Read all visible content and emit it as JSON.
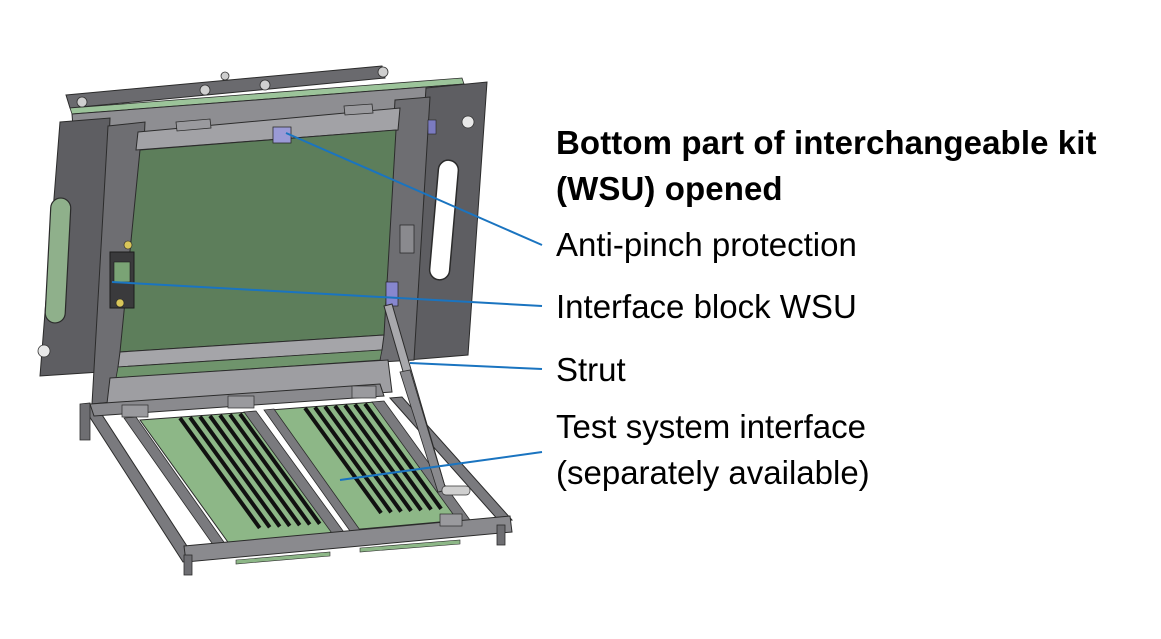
{
  "title": {
    "line1": "Bottom part of interchangeable kit",
    "line2": "(WSU) opened"
  },
  "callouts": [
    {
      "id": "anti-pinch",
      "lines": [
        "Anti-pinch protection"
      ]
    },
    {
      "id": "interface-block",
      "lines": [
        "Interface block WSU"
      ]
    },
    {
      "id": "strut",
      "lines": [
        "Strut"
      ]
    },
    {
      "id": "test-system",
      "lines": [
        "Test system interface",
        "(separately available)"
      ]
    }
  ],
  "colors": {
    "leader": "#1a74c0",
    "frame_dark": "#5f5f63",
    "frame_mid": "#8a8a8e",
    "frame_light": "#a9a9ad",
    "pcb_dark": "#5d7e5b",
    "pcb_light": "#8db787",
    "pin_rows": "#111111",
    "accent_part": "#9a9ad6",
    "background": "#ffffff"
  }
}
